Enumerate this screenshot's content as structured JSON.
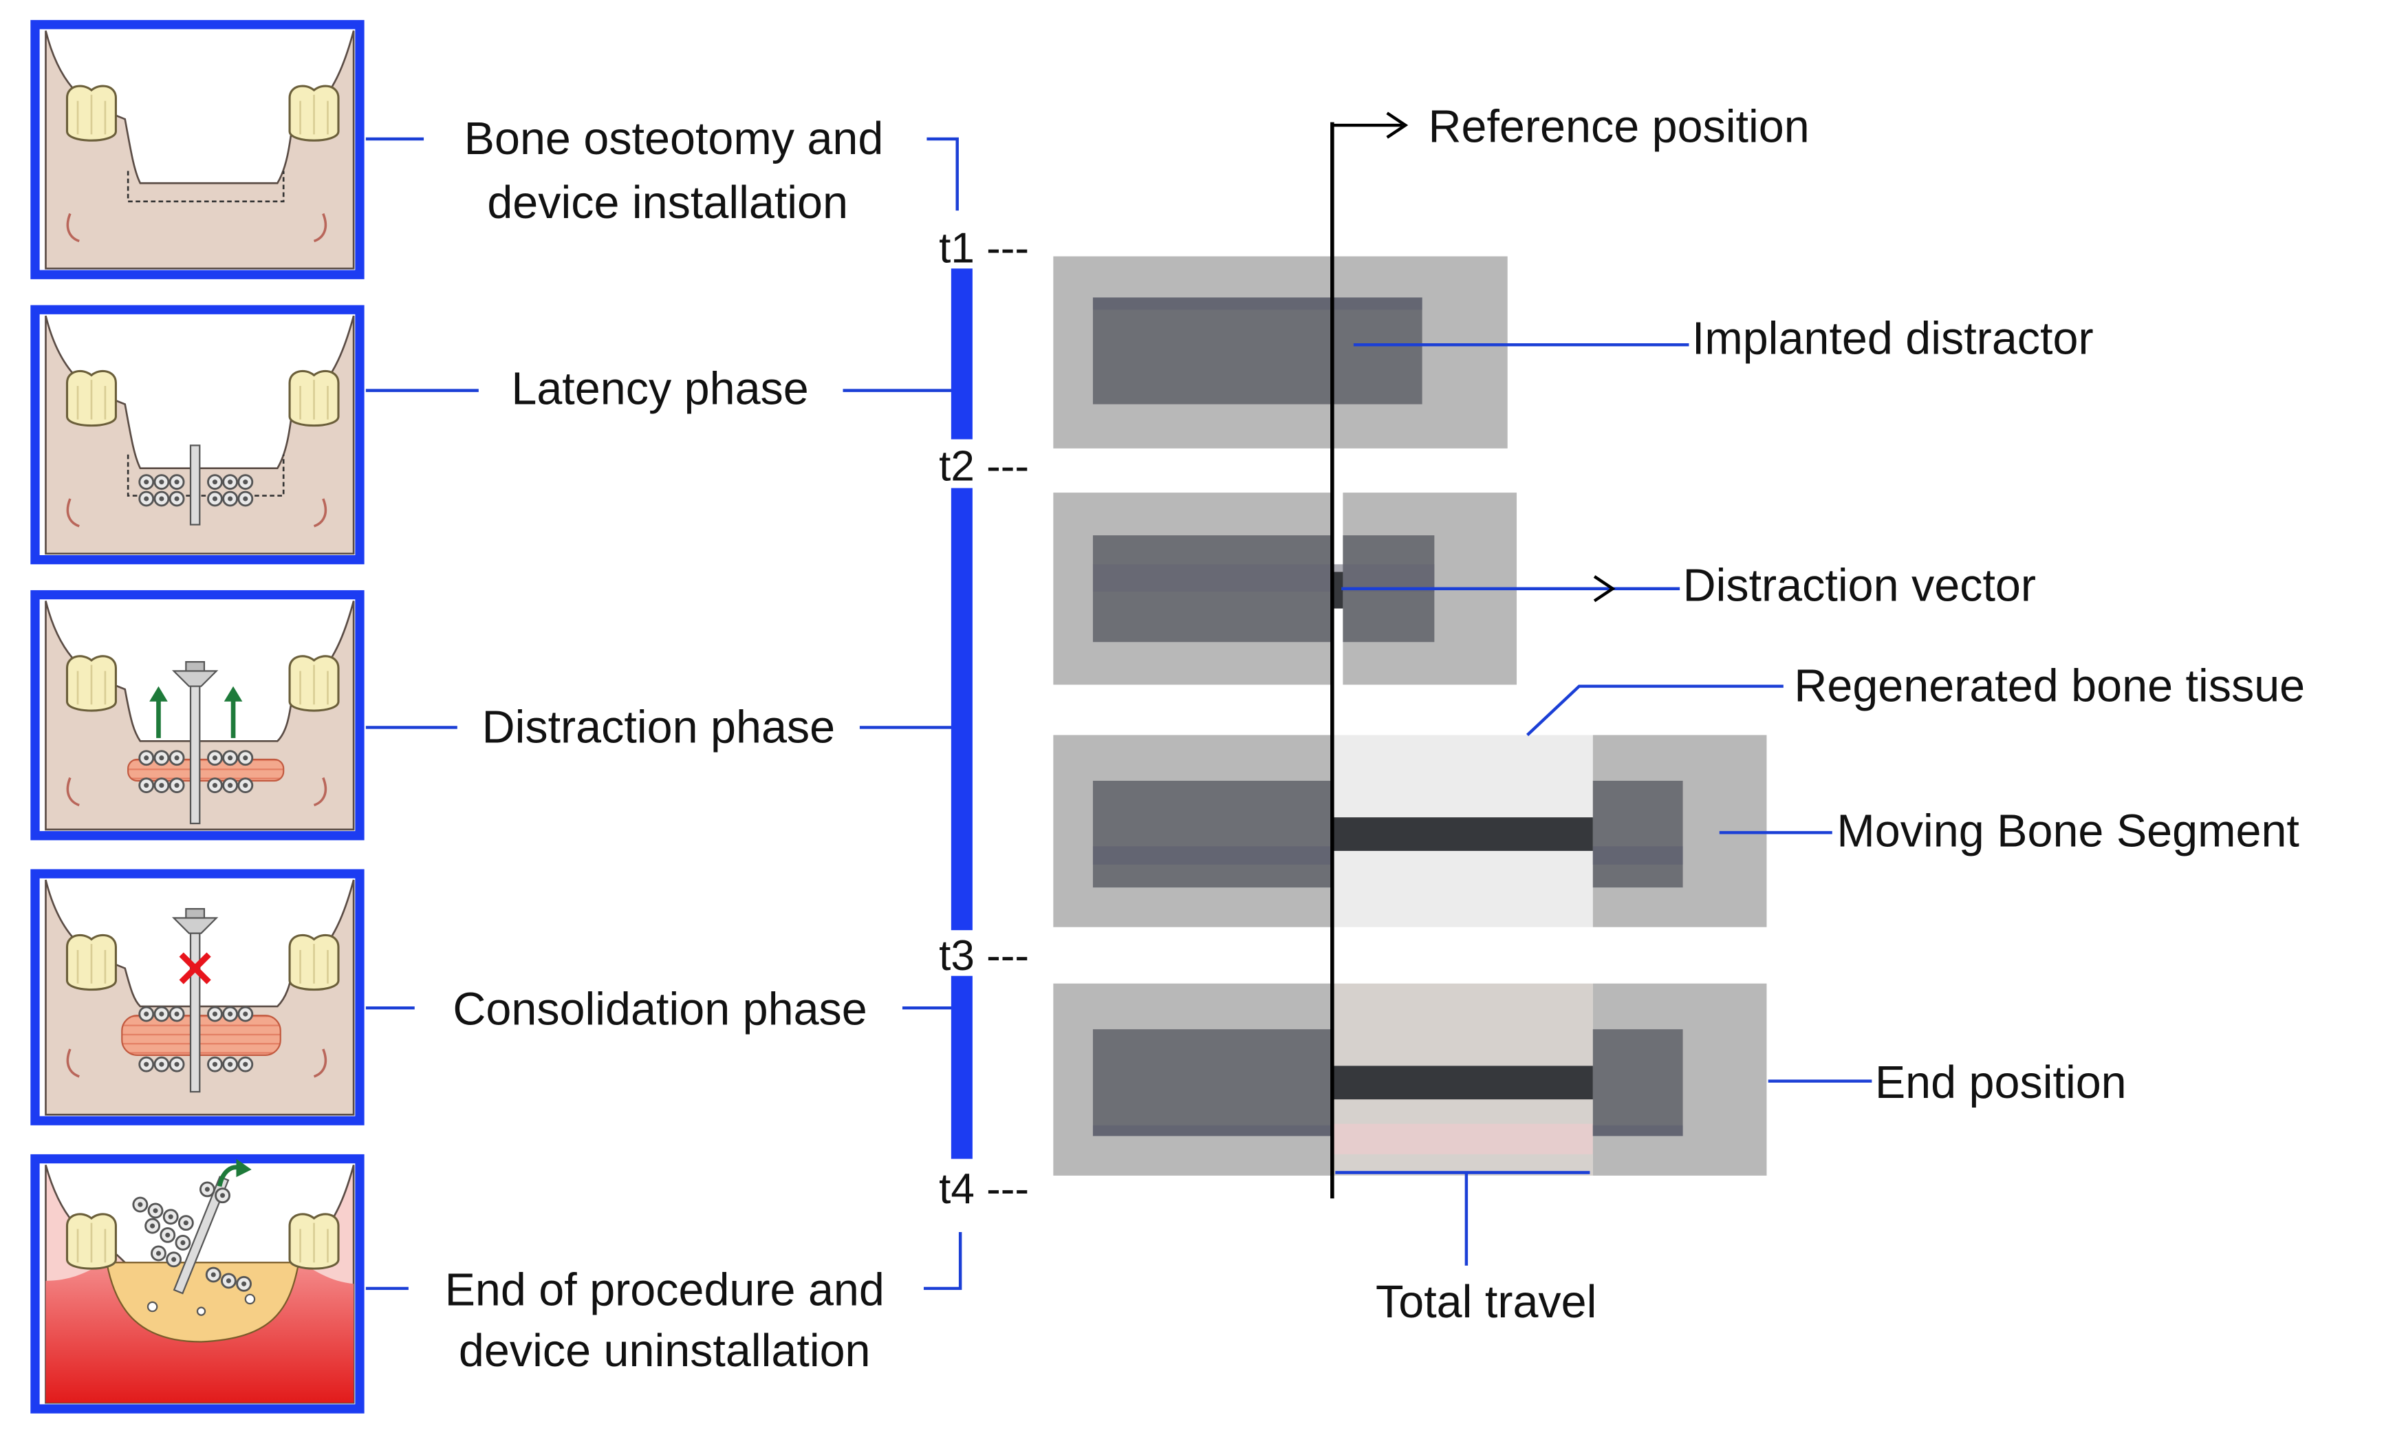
{
  "colors": {
    "accent": "#1c3cf2",
    "connector": "#1b3fd6",
    "bone": "#b8b8b8",
    "distractor": "#6d6f75",
    "rod": "#36383c",
    "regenerated": "#ececec",
    "regenerated_mature": "#d6d1cd",
    "gum": "#e4d2c6",
    "tooth": "#f6eebc",
    "callus": "#f1a58a",
    "x_mark": "#e8141c",
    "arrow_green": "#1e7a3a"
  },
  "phases": [
    {
      "label_lines": [
        "Bone osteotomy and",
        "device installation"
      ],
      "panel_icon": "osteotomy-panel"
    },
    {
      "label_lines": [
        "Latency phase"
      ],
      "panel_icon": "latency-panel"
    },
    {
      "label_lines": [
        "Distraction phase"
      ],
      "panel_icon": "distraction-panel"
    },
    {
      "label_lines": [
        "Consolidation phase"
      ],
      "panel_icon": "consolidation-panel"
    },
    {
      "label_lines": [
        "End of procedure and",
        "device uninstallation"
      ],
      "panel_icon": "removal-panel"
    }
  ],
  "timeline": {
    "ticks": [
      {
        "label": "t1 ---"
      },
      {
        "label": "t2 ---"
      },
      {
        "label": "t3 ---"
      },
      {
        "label": "t4 ---"
      }
    ]
  },
  "annotations": {
    "reference_position": "Reference position",
    "implanted_distractor": "Implanted distractor",
    "distraction_vector": "Distraction vector",
    "regenerated_bone_tissue": "Regenerated bone tissue",
    "moving_bone_segment": "Moving Bone Segment",
    "end_position": "End position",
    "total_travel": "Total travel"
  }
}
